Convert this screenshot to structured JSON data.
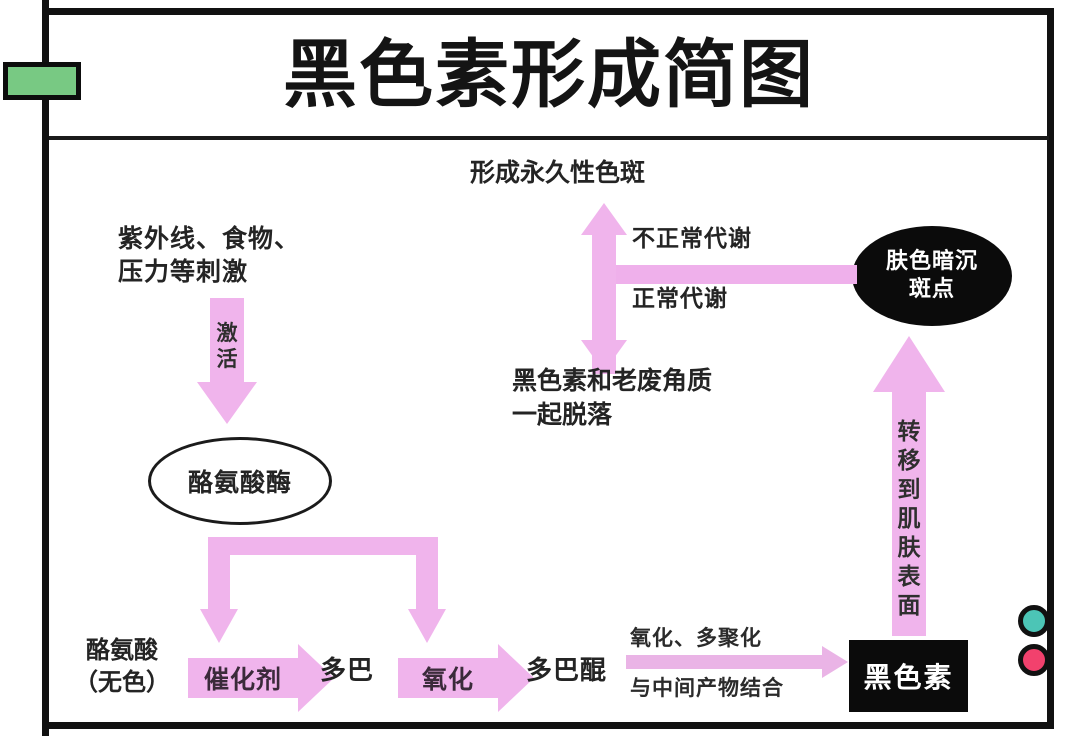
{
  "document": {
    "title": "黑色素形成简图"
  },
  "decor": {
    "green_tab": "green-tab-marker",
    "dot_teal_color": "#4cc5b6",
    "dot_pink_color": "#f2416d",
    "green_color": "#78c983",
    "arrow_pink": "#f0b4ec",
    "frame_color": "#111111"
  },
  "nodes": {
    "stimulus": "紫外线、食物、\n压力等刺激",
    "enzyme": "酪氨酸酶",
    "tyrosine": "酪氨酸\n（无色）",
    "dopa": "多巴",
    "dopaquinone": "多巴醌",
    "melanin": "黑色素",
    "permanent_spot": "形成永久性色斑",
    "shed_with_keratin": "黑色素和老废角质\n一起脱落",
    "dull_skin_spots_line1": "肤色暗沉",
    "dull_skin_spots_line2": "斑点"
  },
  "arrows": {
    "activate": "激活",
    "catalyst": "催化剂",
    "oxidation": "氧化",
    "oxidation_polymerization_top": "氧化、多聚化",
    "oxidation_polymerization_bottom": "与中间产物结合",
    "abnormal_metabolism": "不正常代谢",
    "normal_metabolism": "正常代谢",
    "transfer_to_skin_surface": "转移到肌肤表面"
  }
}
